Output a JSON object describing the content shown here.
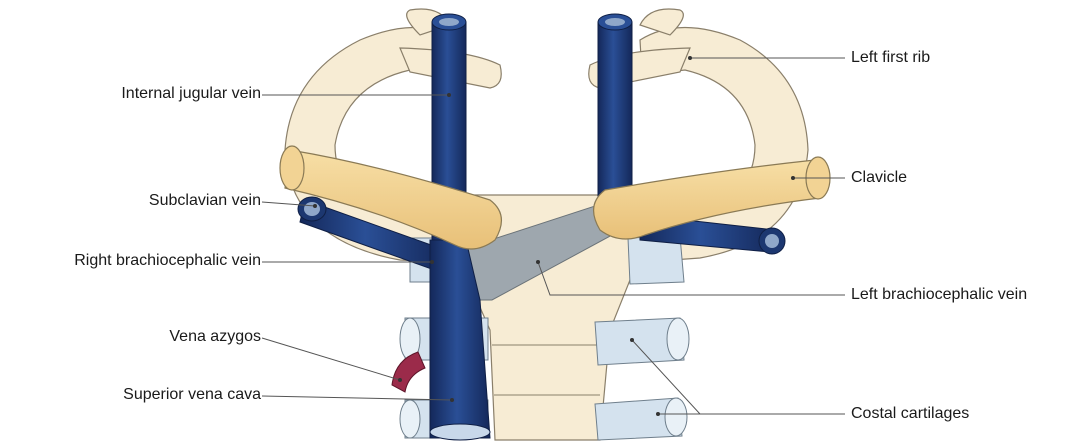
{
  "diagram": {
    "labels": {
      "internal_jugular_vein": "Internal jugular vein",
      "subclavian_vein": "Subclavian vein",
      "right_brachiocephalic_vein": "Right brachiocephalic vein",
      "vena_azygos": "Vena azygos",
      "superior_vena_cava": "Superior vena cava",
      "left_first_rib": "Left first rib",
      "clavicle": "Clavicle",
      "left_brachiocephalic_vein": "Left brachiocephalic vein",
      "costal_cartilages": "Costal cartilages"
    },
    "colors": {
      "bone": "#f7ecd4",
      "bone_outline": "#8a7f6a",
      "clavicle": "#f2d394",
      "vein": "#21417f",
      "vein_dark": "#14285a",
      "brachiocephalic_left": "#9ea7ae",
      "cartilage": "#d4e2ee",
      "azygos": "#9b2b4a",
      "leader_line": "#555555"
    }
  }
}
